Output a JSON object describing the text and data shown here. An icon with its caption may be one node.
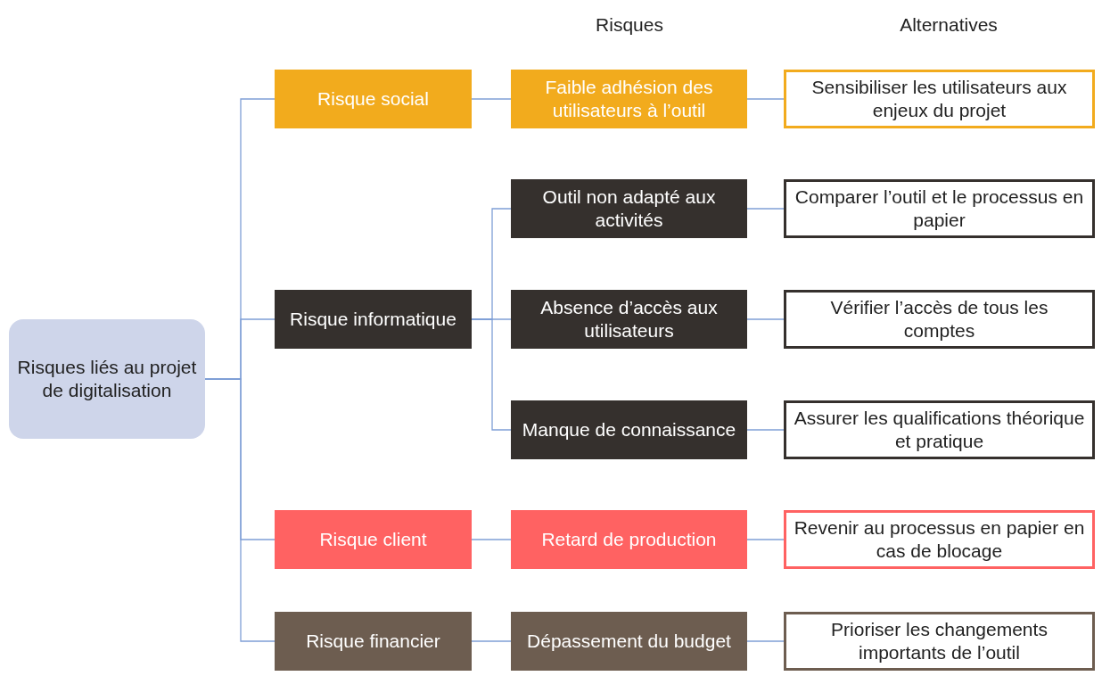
{
  "diagram": {
    "nodes": [
      {
        "text": [
          "Risques liés au projet de digitalisation"
        ]
      },
      {
        "text": [
          "Risque social"
        ]
      },
      {
        "text": [
          "Faible adhésion des utilisateurs à l’outil"
        ]
      },
      {
        "text": [
          "Sensibiliser les utilisateurs aux enjeux du projet"
        ]
      },
      {
        "text": [
          "Risque informatique"
        ]
      },
      {
        "text": [
          "Outil non adapté aux activités"
        ]
      },
      {
        "text": [
          "Comparer l’outil et le processus en papier"
        ]
      },
      {
        "text": [
          "Absence d’accès aux utilisateurs"
        ]
      },
      {
        "text": [
          "Vérifier l’accès de tous les comptes"
        ]
      },
      {
        "text": [
          "Manque de connaissance"
        ]
      },
      {
        "text": [
          "Assurer les qualifications théorique et pratique"
        ]
      },
      {
        "text": [
          "Risque client"
        ]
      },
      {
        "text": [
          "Retard de production"
        ]
      },
      {
        "text": [
          "Revenir au processus en papier en cas de blocage"
        ]
      },
      {
        "text": [
          "Risque financier"
        ]
      },
      {
        "text": [
          "Dépassement du budget"
        ]
      },
      {
        "text": [
          "Prioriser les changements importants de l’outil"
        ]
      }
    ],
    "edges": [
      {
        "from": 0,
        "to": 1,
        "arrow": "none"
      },
      {
        "from": 0,
        "to": 4,
        "arrow": "none"
      },
      {
        "from": 0,
        "to": 11,
        "arrow": "none"
      },
      {
        "from": 0,
        "to": 14,
        "arrow": "none"
      },
      {
        "from": 1,
        "to": 2,
        "arrow": "none"
      },
      {
        "from": 2,
        "to": 3,
        "arrow": "none"
      },
      {
        "from": 4,
        "to": 5,
        "arrow": "none"
      },
      {
        "from": 4,
        "to": 7,
        "arrow": "none"
      },
      {
        "from": 4,
        "to": 9,
        "arrow": "none"
      },
      {
        "from": 5,
        "to": 6,
        "arrow": "none"
      },
      {
        "from": 7,
        "to": 8,
        "arrow": "none"
      },
      {
        "from": 9,
        "to": 10,
        "arrow": "none"
      },
      {
        "from": 11,
        "to": 12,
        "arrow": "none"
      },
      {
        "from": 12,
        "to": 13,
        "arrow": "none"
      },
      {
        "from": 14,
        "to": 15,
        "arrow": "none"
      },
      {
        "from": 15,
        "to": 16,
        "arrow": "none"
      }
    ],
    "labels": [
      "Risques",
      "Alternatives"
    ]
  }
}
